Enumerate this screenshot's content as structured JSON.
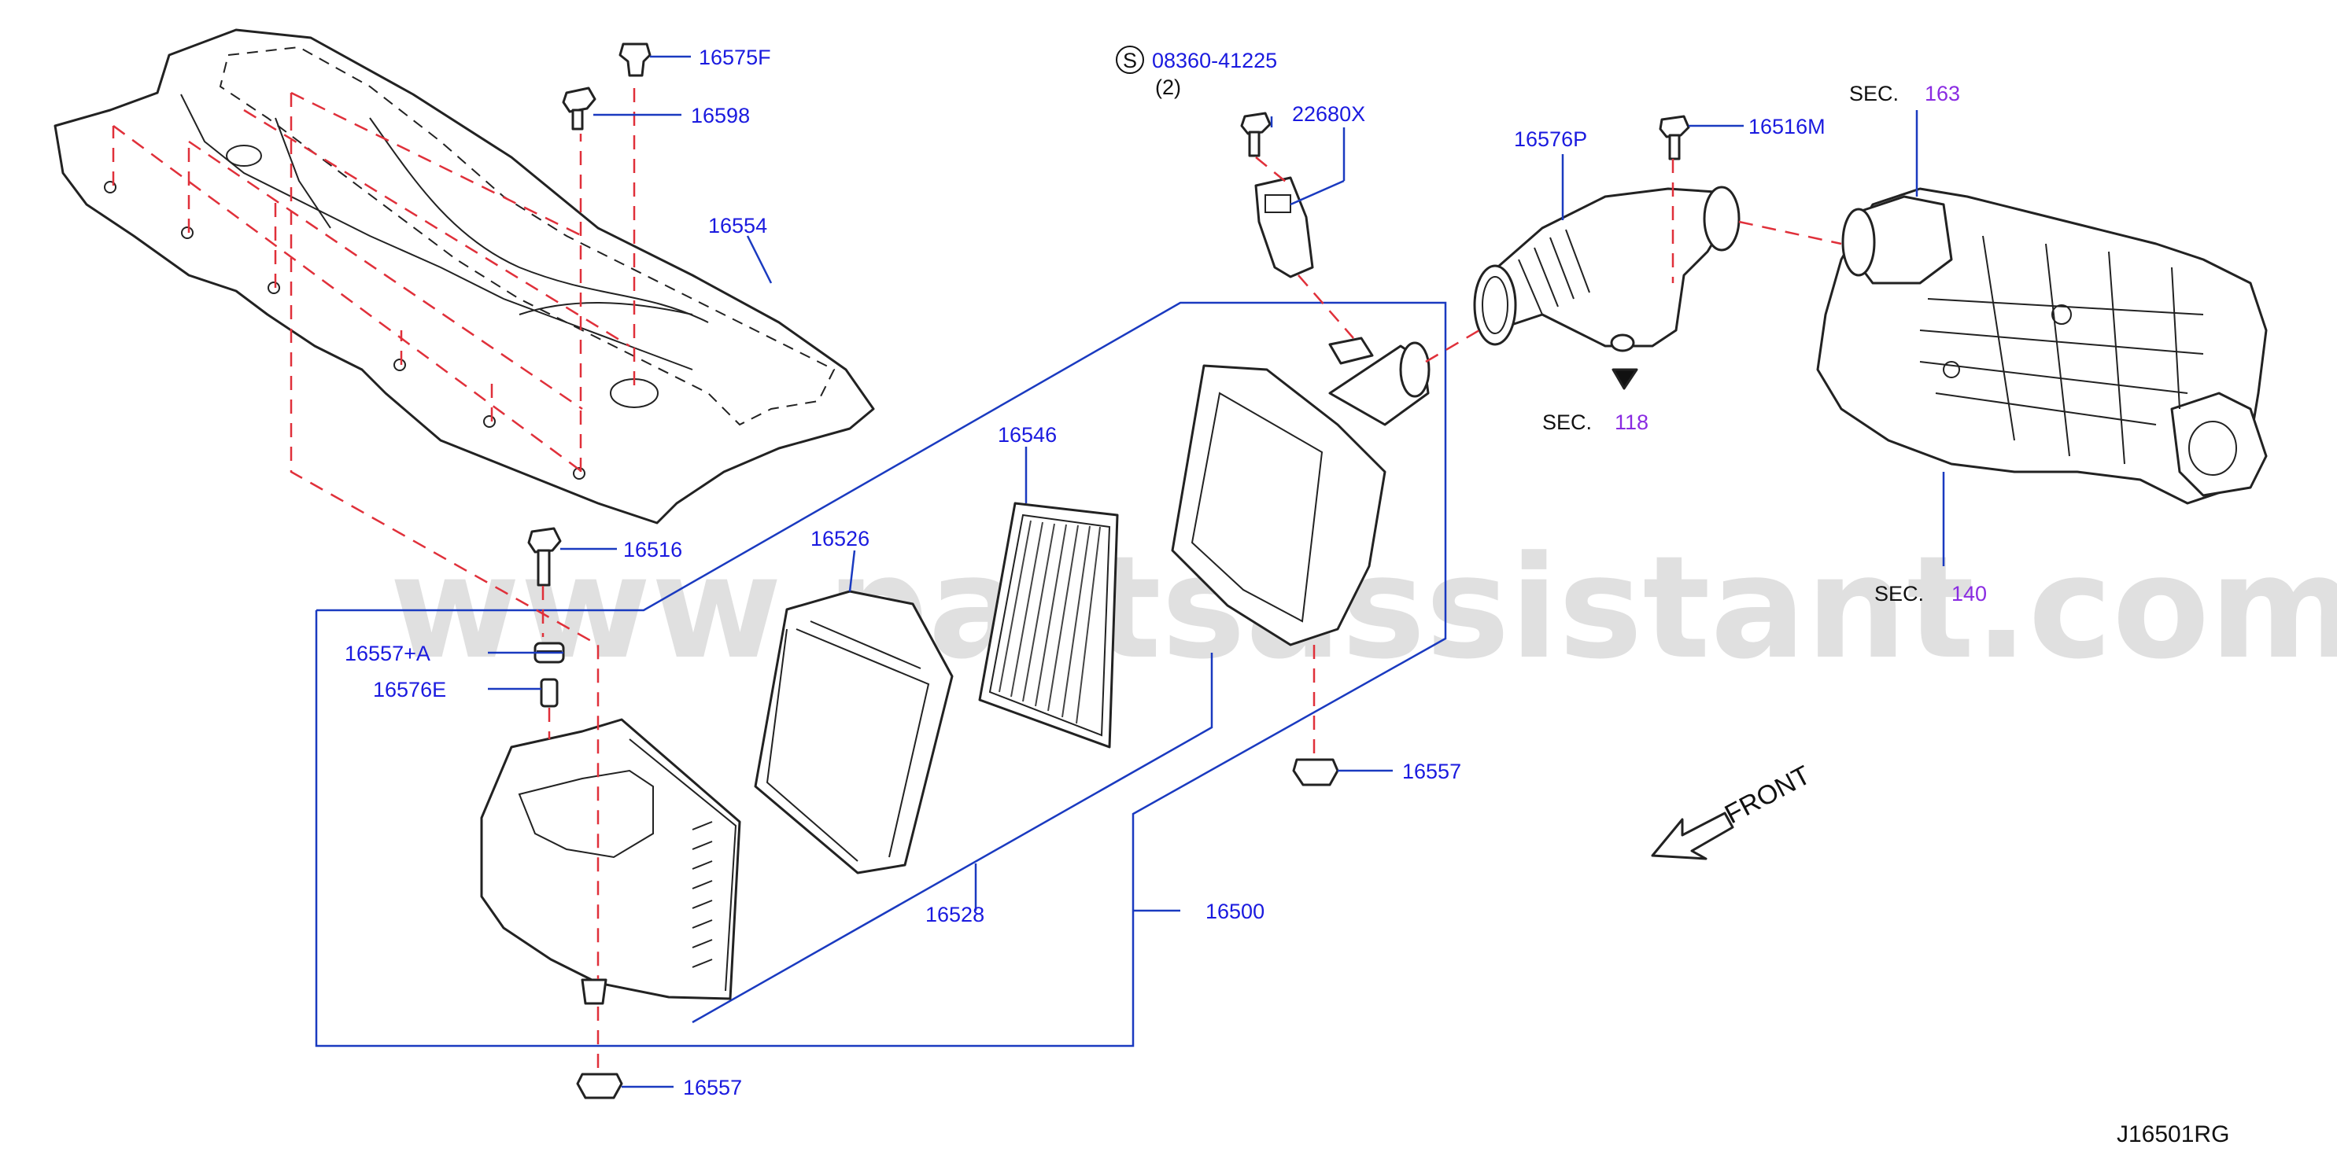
{
  "watermark": "www.partsassistant.com",
  "diagram_code": "J16501RG",
  "front_label": "FRONT",
  "parts": {
    "p16575F": "16575F",
    "p16598": "16598",
    "p16554": "16554",
    "p16516": "16516",
    "p16557A": "16557+A",
    "p16576E": "16576E",
    "p16557_bottom": "16557",
    "p16526": "16526",
    "p16546": "16546",
    "p16528": "16528",
    "p16500": "16500",
    "p16557_mid": "16557",
    "p08360": "08360-41225",
    "p08360_qty": "(2)",
    "p08360_symbol": "S",
    "p22680X": "22680X",
    "p16576P": "16576P",
    "p16516M": "16516M"
  },
  "sections": {
    "sec_word": "SEC.",
    "sec163": "163",
    "sec118": "118",
    "sec140": "140"
  },
  "colors": {
    "part_label": "#1a1adf",
    "section_number": "#8a2be2",
    "leader_line": "#1a3ac0",
    "dash_line": "#e0303a"
  }
}
